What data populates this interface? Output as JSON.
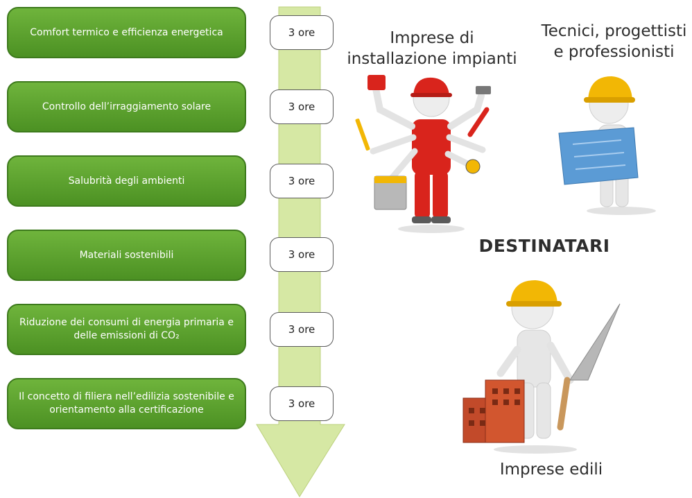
{
  "timeline": {
    "arrow_color": "#d6e8a4",
    "modules": [
      {
        "title": "Comfort termico e efficienza energetica",
        "hours": "3 ore"
      },
      {
        "title": "Controllo dell’irraggiamento solare",
        "hours": "3 ore"
      },
      {
        "title": "Salubrità degli ambienti",
        "hours": "3 ore"
      },
      {
        "title": "Materiali sostenibili",
        "hours": "3 ore"
      },
      {
        "title": "Riduzione dei consumi di energia primaria e delle emissioni di CO₂",
        "hours": "3 ore"
      },
      {
        "title": "Il concetto di filiera nell’edilizia sostenibile e orientamento alla certificazione",
        "hours": "3 ore"
      }
    ]
  },
  "audience": {
    "heading": "DESTINATARI",
    "groups": [
      {
        "label": "Imprese di installazione impianti",
        "figure": "installer-figure-icon"
      },
      {
        "label": "Tecnici, progettisti e professionisti",
        "figure": "engineer-figure-icon"
      },
      {
        "label": "Imprese edili",
        "figure": "builder-figure-icon"
      }
    ]
  },
  "colors": {
    "module_green": "#5aa22e",
    "helmet": "#f2b705",
    "overalls": "#d9241c",
    "blueprint": "#5b9bd5"
  }
}
